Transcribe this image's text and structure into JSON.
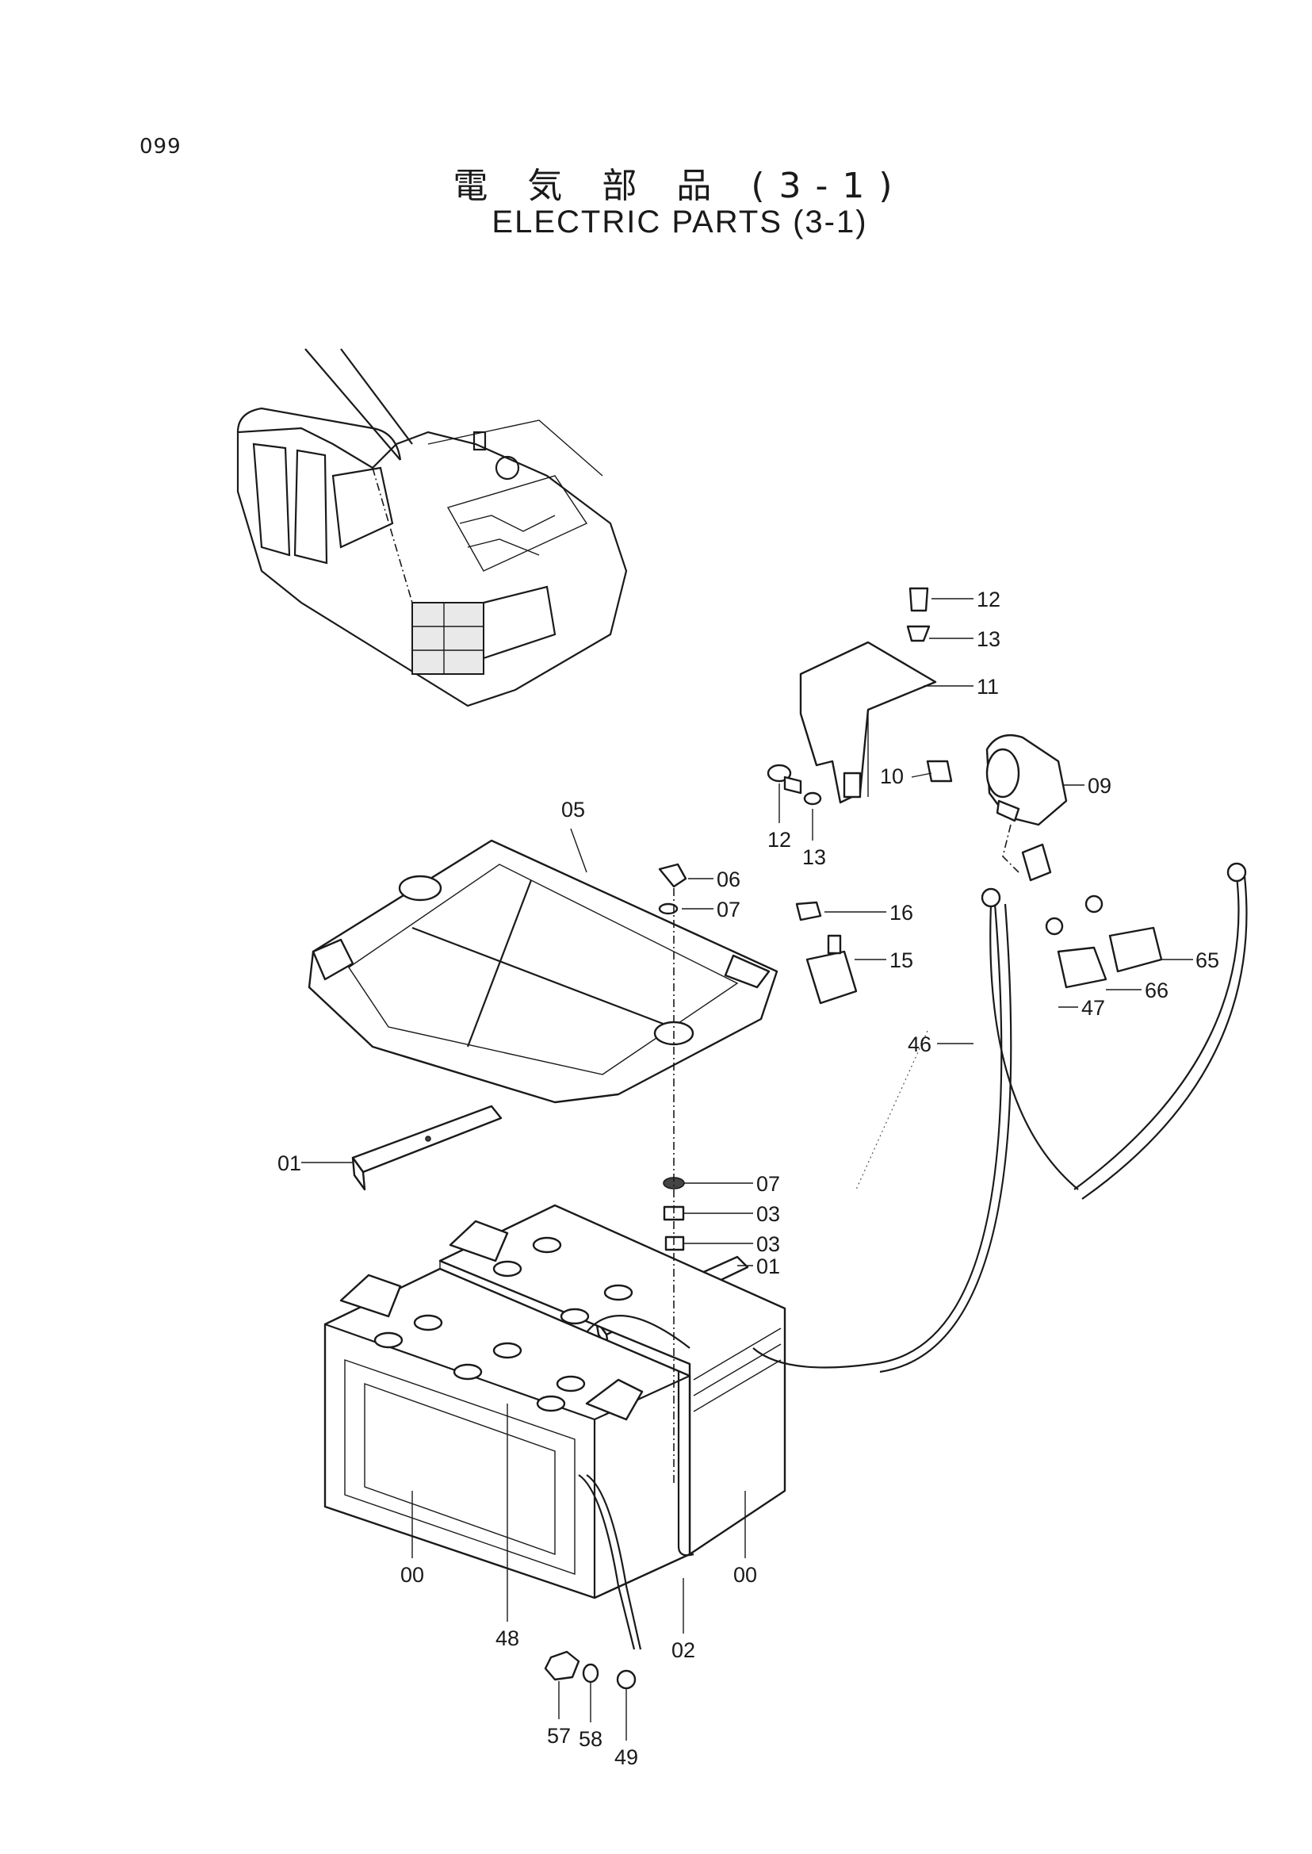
{
  "page": {
    "number": "099",
    "title_jp": "電 気 部 品 (3-1)",
    "title_en": "ELECTRIC PARTS (3-1)"
  },
  "callouts": {
    "c12a": "12",
    "c13a": "13",
    "c11": "11",
    "c09": "09",
    "c10": "10",
    "c12b": "12",
    "c13b": "13",
    "c05": "05",
    "c06": "06",
    "c07a": "07",
    "c16": "16",
    "c15": "15",
    "c65": "65",
    "c66": "66",
    "c47": "47",
    "c46": "46",
    "c01a": "01",
    "c07b": "07",
    "c03a": "03",
    "c03b": "03",
    "c01b": "01",
    "c00a": "00",
    "c00b": "00",
    "c48": "48",
    "c02": "02",
    "c57": "57",
    "c58": "58",
    "c49": "49"
  }
}
